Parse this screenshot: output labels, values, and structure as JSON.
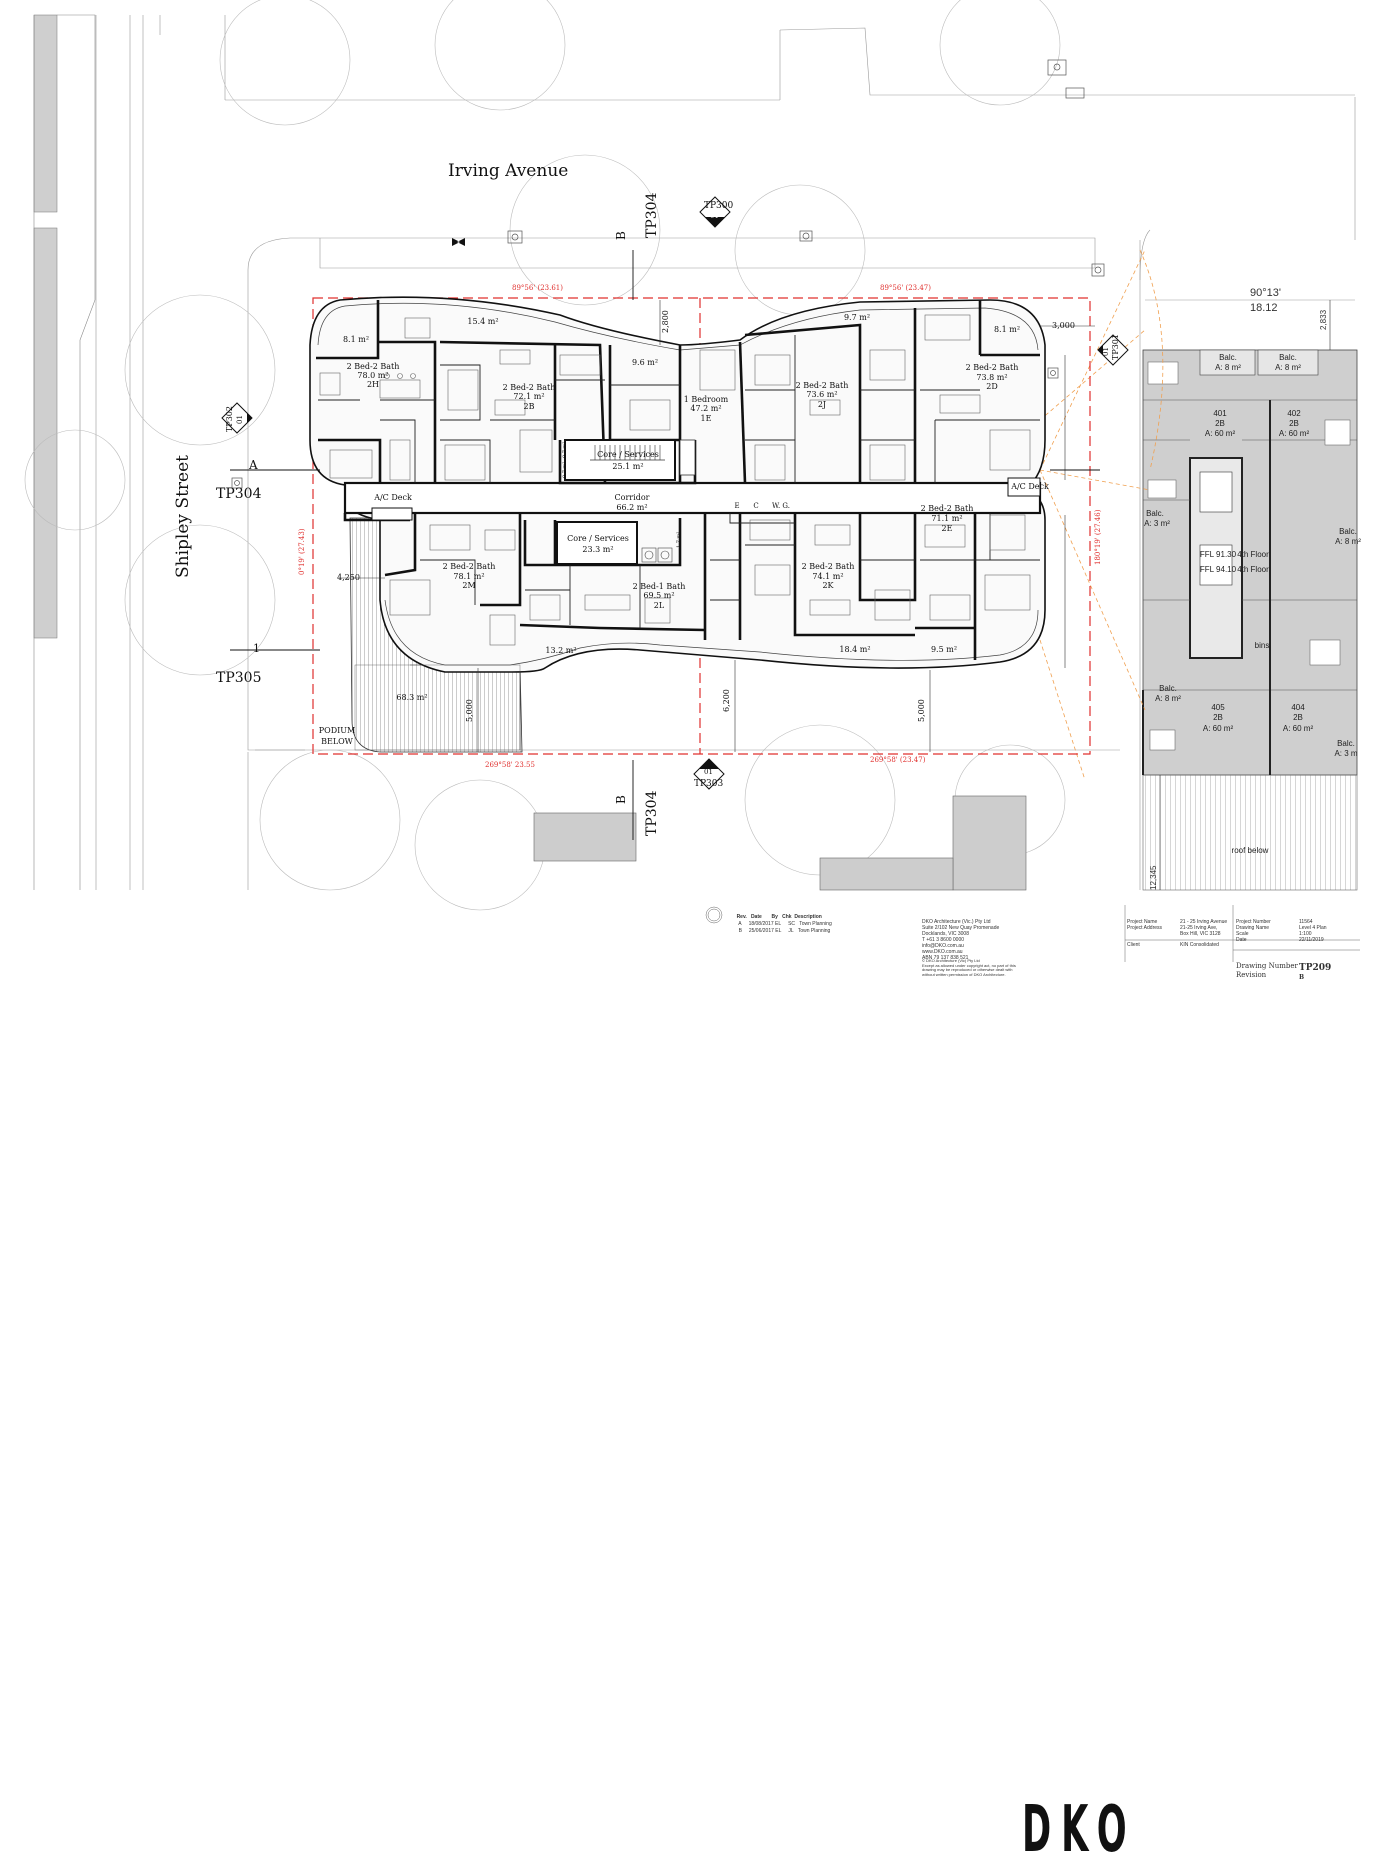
{
  "streets": {
    "north": "Irving Avenue",
    "west": "Shipley Street"
  },
  "section_marks": {
    "tp304_north": "TP304",
    "tp304_south": "TP304",
    "tp304_west": "TP304",
    "tp305": "TP305",
    "b_north": "B",
    "b_south": "B",
    "a": "A",
    "one": "1",
    "tp300": "TP300",
    "tp300_num": "01",
    "tp303": "TP303",
    "tp303_num": "01",
    "tp301": "TP301",
    "tp301_num": "01",
    "tp302": "TP302",
    "tp302_num": "01"
  },
  "boundary": {
    "north_left": "89°56' (23.61)",
    "north_right": "89°56' (23.47)",
    "south_left": "269°58' 23.55",
    "south_right": "269°58' (23.47)",
    "west": "0°19' (27.43)",
    "east": "180°19' (27.46)"
  },
  "apartments": [
    {
      "name": "2 Bed-2 Bath",
      "area": "78.0 m²",
      "code": "2H"
    },
    {
      "name": "2 Bed-2 Bath",
      "area": "72.1 m²",
      "code": "2B"
    },
    {
      "name": "1 Bedroom",
      "area": "47.2 m²",
      "code": "1E"
    },
    {
      "name": "2 Bed-2 Bath",
      "area": "73.6 m²",
      "code": "2J"
    },
    {
      "name": "2 Bed-2 Bath",
      "area": "73.8 m²",
      "code": "2D"
    },
    {
      "name": "2 Bed-2 Bath",
      "area": "78.1 m²",
      "code": "2M"
    },
    {
      "name": "2 Bed-1 Bath",
      "area": "69.5 m²",
      "code": "2L"
    },
    {
      "name": "2 Bed-2 Bath",
      "area": "74.1 m²",
      "code": "2K"
    },
    {
      "name": "2 Bed-2 Bath",
      "area": "71.1 m²",
      "code": "2E"
    }
  ],
  "balconies": [
    "8.1 m²",
    "15.4 m²",
    "9.6 m²",
    "9.7 m²",
    "8.1 m²",
    "13.2 m²",
    "18.4 m²",
    "9.5 m²",
    "68.3 m²"
  ],
  "common": {
    "core1": "Core / Services",
    "core1_area": "25.1 m²",
    "core2": "Core / Services",
    "core2_area": "23.3 m²",
    "corridor": "Corridor",
    "corridor_area": "66.2 m²",
    "ac_deck_left": "A/C Deck",
    "ac_deck_right": "A/C Deck",
    "podium": "PODIUM",
    "podium2": "BELOW",
    "riser_a": "0.7 m²",
    "riser_b": "0.7 m²",
    "riser_c": "1.7 m²",
    "e": "E",
    "c": "C",
    "wg": "W. G."
  },
  "dimensions": {
    "d2800": "2,800",
    "d3000": "3,000",
    "d4250": "4,250",
    "d5000a": "5,000",
    "d6200": "6,200",
    "d5000b": "5,000",
    "d2833": "2,833",
    "d12345": "12,345",
    "angle": "90°13'",
    "width": "18.12"
  },
  "neighbour": {
    "units": [
      {
        "num": "401",
        "type": "2B",
        "area": "A: 60 m²"
      },
      {
        "num": "402",
        "type": "2B",
        "area": "A: 60 m²"
      },
      {
        "num": "405",
        "type": "2B",
        "area": "A: 60 m²"
      },
      {
        "num": "404",
        "type": "2B",
        "area": "A: 60 m²"
      }
    ],
    "balc": "Balc.",
    "balc_a8": "A: 8 m²",
    "balc_a3": "A: 3 m²",
    "balc_a8b": "A: 8 m²",
    "balc_a8c": "A: 8 m²",
    "balc_a8d": "A: 8 m²",
    "balc_a3b": "A: 3 m",
    "level1": "FFL 91.30",
    "level1_lbl": "4th Floor",
    "level2": "FFL 94.10",
    "level2_lbl": "4th Floor",
    "bins": "bins",
    "roof_below": "roof below"
  },
  "titleblock": {
    "rev_hdr": [
      "Rev.",
      "Date",
      "By",
      "Chk",
      "Description"
    ],
    "rev_rows": [
      [
        "A",
        "18/08/2017",
        "EL",
        "SC",
        "Town Planning"
      ],
      [
        "B",
        "25/06/2017",
        "EL",
        "JL",
        "Town Planning"
      ]
    ],
    "firm": [
      "DKO Architecture (Vic.) Pty Ltd",
      "Suite 2/102 New Quay Promenade",
      "Docklands, VIC 3008",
      "T +61 3 8600 0000",
      "info@DKO.com.au",
      "www.DKO.com.au",
      "ABN 79 137 838 521"
    ],
    "copyright": [
      "© DKO Architecture (Vic) Pty Ltd",
      "Except as allowed under copyright act, no part of this",
      "drawing may be reproduced or otherwise dealt with",
      "without written permission of DKO Architecture."
    ],
    "logo": "DKO",
    "project_labels": [
      "Project Name",
      "Project Address"
    ],
    "project_values": [
      "21 - 25 Irving Avenue",
      "21-25 Irving Ave,",
      "Box Hill, VIC 3128"
    ],
    "client_label": "Client",
    "client_value": "KIN Consolidated",
    "info_labels": [
      "Project Number",
      "Drawing Name",
      "Scale",
      "Date"
    ],
    "info_values": [
      "11564",
      "Level 4 Plan",
      "1:100",
      "22/11/2019"
    ],
    "drawing_number_label": "Drawing Number",
    "revision_label": "Revision",
    "drawing_number": "TP209",
    "revision": "B"
  },
  "colors": {
    "boundary": "#e0302e",
    "wall": "#111111",
    "site": "#888888",
    "hatch": "#999999",
    "neighbour_fill": "#c9c9c9",
    "orange": "#f0a050"
  }
}
